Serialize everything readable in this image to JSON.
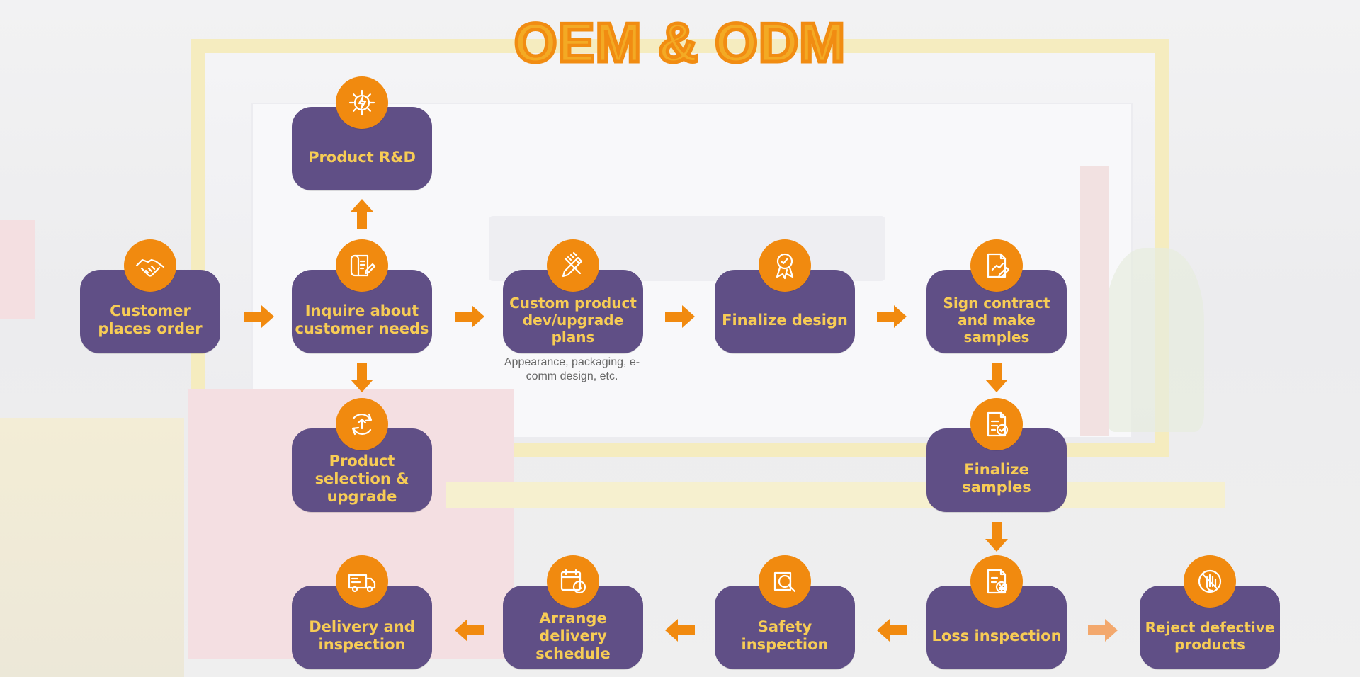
{
  "title": "OEM & ODM",
  "nodes": {
    "customer_places_order": "Customer places order",
    "inquire_customer_needs": "Inquire about customer needs",
    "product_rd": "Product R&D",
    "product_selection_upgrade": "Product selection & upgrade",
    "custom_product_plans": "Custom product dev/upgrade plans",
    "finalize_design": "Finalize design",
    "sign_contract_samples": "Sign contract and make samples",
    "finalize_samples": "Finalize samples",
    "loss_inspection": "Loss inspection",
    "reject_defective_products": "Reject defective products",
    "safety_inspection": "Safety inspection",
    "arrange_delivery_schedule": "Arrange delivery schedule",
    "delivery_and_inspection": "Delivery and inspection"
  },
  "annotation": {
    "custom_product_plans": "Appearance, packaging, e-comm design, etc."
  },
  "icons": {
    "customer_places_order": "handshake-icon",
    "inquire_customer_needs": "scroll-pencil-icon",
    "product_rd": "gear-lightning-icon",
    "product_selection_upgrade": "upload-refresh-icon",
    "custom_product_plans": "pencil-ruler-icon",
    "finalize_design": "badge-check-icon",
    "sign_contract_samples": "document-pen-icon",
    "finalize_samples": "document-check-icon",
    "loss_inspection": "document-yen-icon",
    "reject_defective_products": "hand-stop-icon",
    "safety_inspection": "magnifier-icon",
    "arrange_delivery_schedule": "calendar-clock-icon",
    "delivery_and_inspection": "truck-icon"
  },
  "colors": {
    "node_bg": "#604F86",
    "node_text": "#F7CC55",
    "icon_bg": "#F18A0F",
    "arrow": "#F18A0F",
    "arrow_light": "#F3A86D",
    "title_fill": "#F3AA24",
    "title_stroke": "#F18C12",
    "annotation_text": "#666666"
  }
}
